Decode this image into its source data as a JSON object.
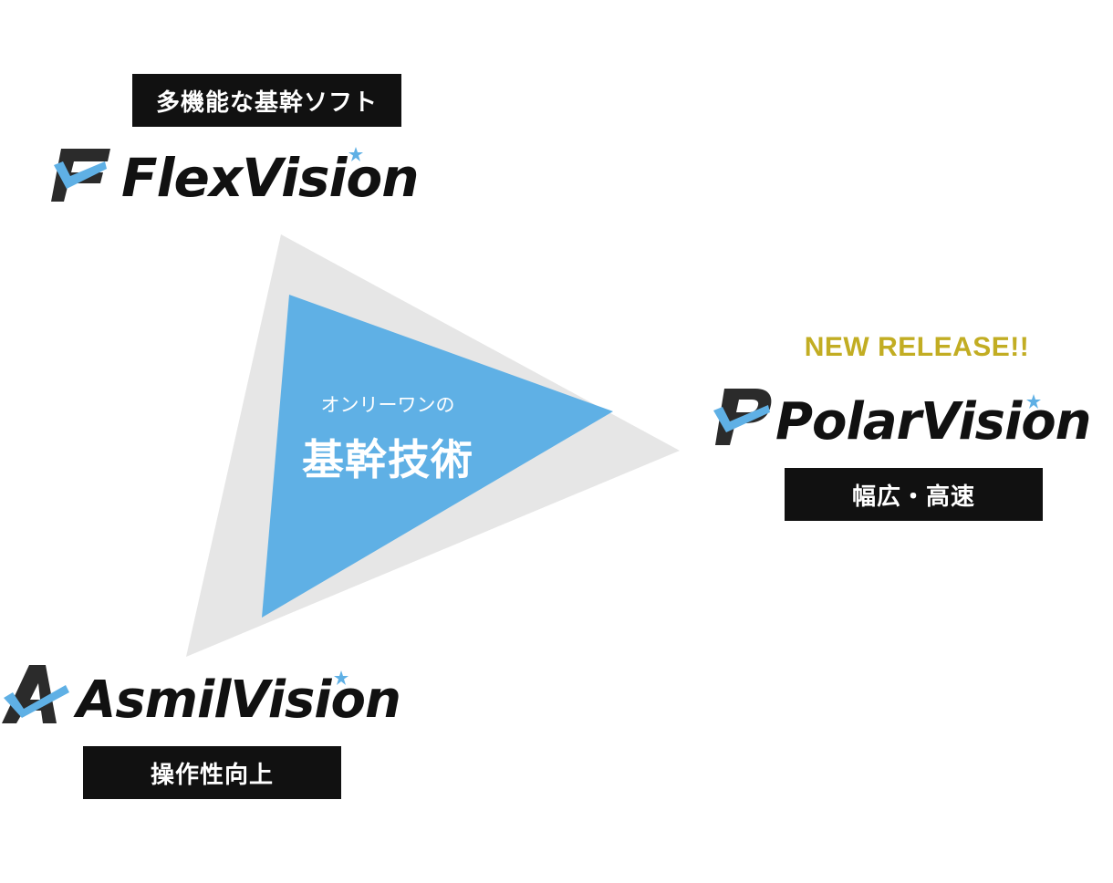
{
  "colors": {
    "outer_triangle": "#e6e6e6",
    "inner_triangle": "#5fb0e5",
    "label_bg": "#111111",
    "label_text": "#ffffff",
    "new_release": "#c2ad23",
    "accent_blue": "#5fb0e5",
    "brand_dark": "#111111"
  },
  "center": {
    "subtitle": "オンリーワンの",
    "title": "基幹技術"
  },
  "products": {
    "flexvision": {
      "tagline": "多機能な基幹ソフト",
      "letter": "F",
      "name": "FlexVision",
      "icon": "flexvision-logo-icon"
    },
    "polarvision": {
      "badge": "NEW RELEASE!!",
      "letter": "P",
      "name": "PolarVision",
      "tagline": "幅広・高速",
      "icon": "polarvision-logo-icon"
    },
    "asmilvision": {
      "letter": "A",
      "name": "AsmilVision",
      "tagline": "操作性向上",
      "icon": "asmilvision-logo-icon"
    }
  }
}
